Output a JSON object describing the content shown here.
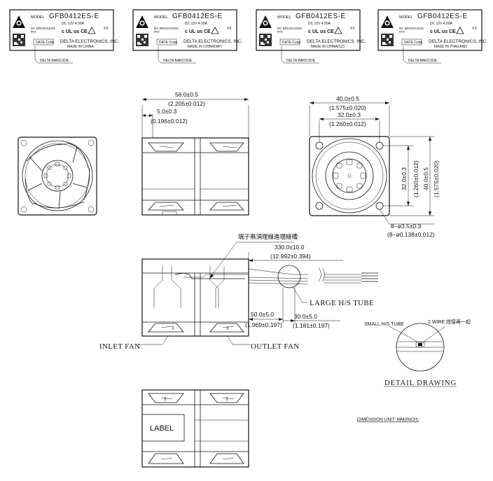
{
  "labels": [
    {
      "model_label": "MODEL",
      "model": "GFB0412ES-E",
      "rating": "DC 12V   4.50A",
      "motor": "DC BRUSHLESS",
      "pat": "PAT.",
      "cert": "c UL us  CE",
      "rev": "XX",
      "datecode": "DATE Code",
      "company": "DELTA ELECTRONICS, INC.",
      "origin": "MADE IN CHINA",
      "barcode_note": "DELTA BARCODE"
    },
    {
      "model_label": "MODEL",
      "model": "GFB0412ES-E",
      "rating": "DC 12V   4.50A",
      "motor": "DC BRUSHLESS",
      "pat": "PAT.",
      "cert": "c UL us  CE",
      "rev": "XX",
      "datecode": "DATE Code",
      "company": "DELTA ELECTRONICS, INC.",
      "origin": "MADE IN CHINA(WF)",
      "barcode_note": "DELTA BARCODE"
    },
    {
      "model_label": "MODEL",
      "model": "GFB0412ES-E",
      "rating": "DC 12V   4.50A",
      "motor": "DC BRUSHLESS",
      "pat": "PAT.",
      "cert": "c UL us  CE",
      "rev": "XX",
      "datecode": "DATE Code",
      "company": "DELTA ELECTRONICS, INC.",
      "origin": "MADE IN CHINA(CZ)",
      "barcode_note": "DELTA BARCODE"
    },
    {
      "model_label": "MODEL",
      "model": "GFB0412ES-E",
      "rating": "DC 12V   4.50A",
      "motor": "DC BRUSHLESS",
      "pat": "PAT.",
      "cert": "c UL us  CE",
      "rev": "XX",
      "datecode": "DATE Code",
      "company": "DELTA ELECTRONICS, INC.",
      "origin": "MADE IN THAILAND",
      "barcode_note": "DELTA BARCODE"
    }
  ],
  "dims": {
    "length_mm": "56.0±0.5",
    "length_in": "(2.205±0.012)",
    "offset_mm": "5.0±0.3",
    "offset_in": "(0.196±0.012)",
    "width_mm": "40.0±0.5",
    "width_in": "(1.575±0.020)",
    "hole_mm": "32.0±0.3",
    "hole_in": "(1.260±0.012)",
    "vhole_mm": "32.0±0.3",
    "vhole_in": "(1.260±0.012)",
    "height_mm": "40.0±0.5",
    "height_in": "(1.575±0.020)",
    "holes_mm": "8−ø3.5±0.3",
    "holes_in": "(8−ø0.138±0.012)",
    "lead_mm": "330.0±10.0",
    "lead_in": "(12.992±0.394)",
    "tube1_mm": "50.0±5.0",
    "tube1_in": "(1.969±0.197)",
    "tube2_mm": "30.0±5.0",
    "tube2_in": "(1.181±0.197)"
  },
  "annotations": {
    "cn_note": "端子無須理線進理線槽",
    "large_tube": "LARGE H/S TUBE",
    "inlet": "INLET FAN",
    "outlet": "OUTLET FAN",
    "small_tube": "SMALL H/S TUBE",
    "wire_note": "2 WIRE 焊接再一起",
    "detail": "DETAIL DRAWING",
    "unit": "DIMENSION UNIT: MM(INCH)",
    "label_box": "LABEL"
  }
}
